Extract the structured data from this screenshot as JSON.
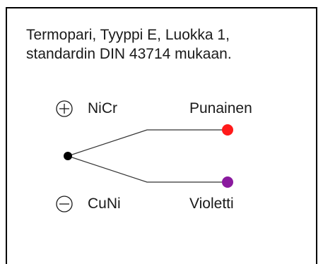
{
  "title_lines": [
    "Termopari, Tyyppi E, Luokka 1,",
    "standardin DIN 43714 mukaan."
  ],
  "positive": {
    "sign": "+",
    "icon": "circled-plus-icon",
    "material": "NiCr",
    "wire_color_name": "Punainen",
    "wire_color": "#ff1a1a"
  },
  "negative": {
    "sign": "−",
    "icon": "circled-minus-icon",
    "material": "CuNi",
    "wire_color_name": "Violetti",
    "wire_color": "#8a1a9e"
  },
  "colors": {
    "junction": "#000000",
    "wire": "#333333",
    "text": "#1a1a1a",
    "border": "#000000"
  }
}
